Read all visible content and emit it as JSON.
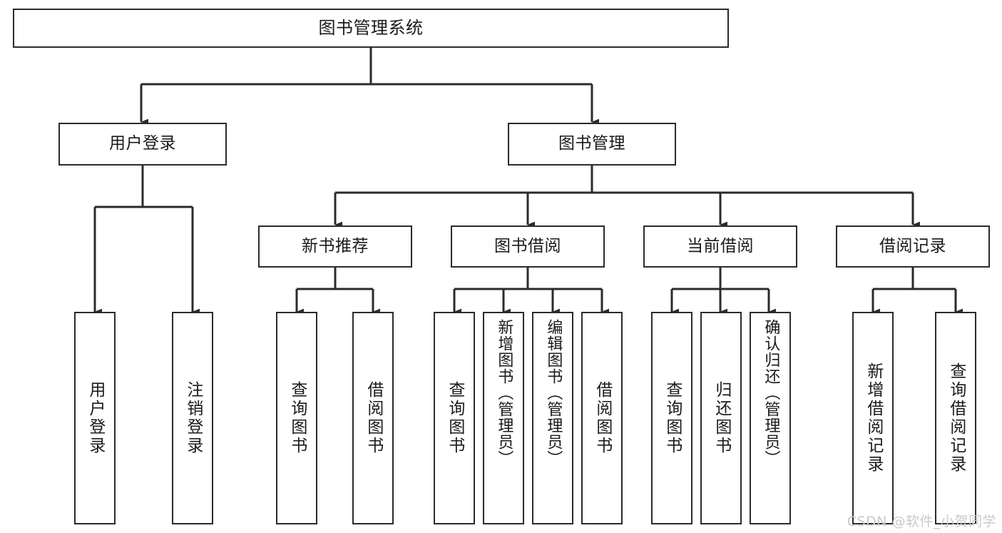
{
  "diagram": {
    "title": "图书管理系统",
    "type": "tree-hierarchy-chart",
    "line_color": "#2b2b2b",
    "box_fill": "#ffffff",
    "text_color": "#1a1a1a"
  },
  "watermark": {
    "text": "CSDN @软件_小贺同学",
    "color": "#c9c9c9"
  },
  "nodes": {
    "root": {
      "label": "图书管理系统"
    },
    "level2": [
      {
        "label": "用户登录"
      },
      {
        "label": "图书管理"
      }
    ],
    "level3": [
      {
        "label": "新书推荐"
      },
      {
        "label": "图书借阅"
      },
      {
        "label": "当前借阅"
      },
      {
        "label": "借阅记录"
      }
    ],
    "leaves": {
      "user_login": [
        {
          "label": "用户登录"
        },
        {
          "label": "注销登录"
        }
      ],
      "new_book_recommend": [
        {
          "label": "查询图书"
        },
        {
          "label": "借阅图书"
        }
      ],
      "book_borrow": [
        {
          "label": "查询图书"
        },
        {
          "label": "新增图书（管理员）"
        },
        {
          "label": "编辑图书（管理员）"
        },
        {
          "label": "借阅图书"
        }
      ],
      "current_borrow": [
        {
          "label": "查询图书"
        },
        {
          "label": "归还图书"
        },
        {
          "label": "确认归还（管理员）"
        }
      ],
      "borrow_record": [
        {
          "label": "新增借阅记录"
        },
        {
          "label": "查询借阅记录"
        }
      ]
    }
  }
}
